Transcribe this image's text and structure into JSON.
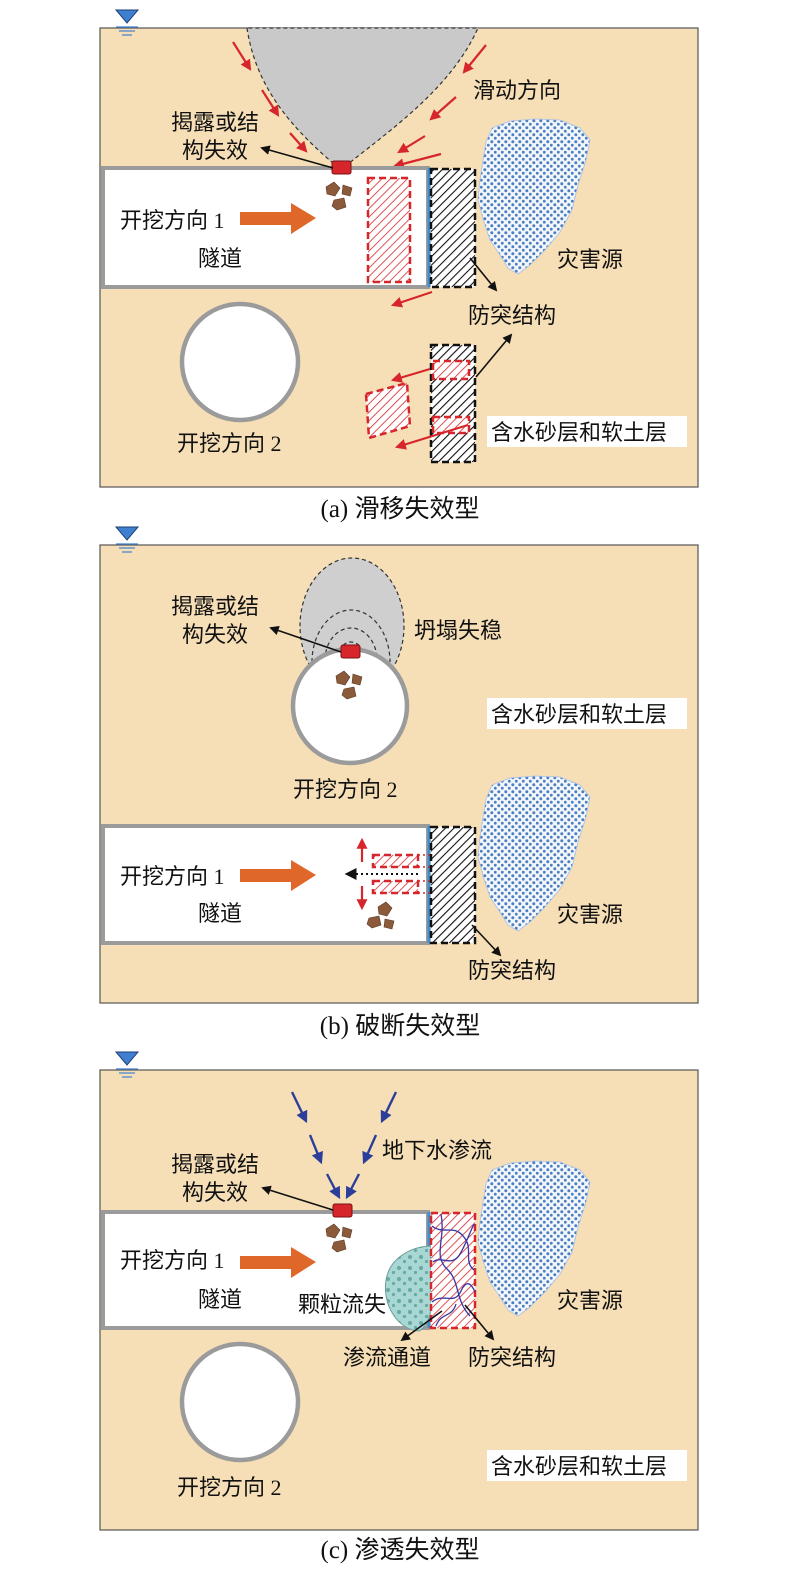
{
  "figure": {
    "panel_a": {
      "caption": "(a) 滑移失效型",
      "sliding_direction": "滑动方向",
      "exposure_failure": [
        "揭露或结",
        "构失效"
      ],
      "excavation_direction_1": "开挖方向 1",
      "tunnel": "隧道",
      "hazard_source": "灾害源",
      "anti_burst_structure": "防突结构",
      "excavation_direction_2": "开挖方向 2",
      "stratum": "含水砂层和软土层"
    },
    "panel_b": {
      "caption": "(b) 破断失效型",
      "exposure_failure": [
        "揭露或结",
        "构失效"
      ],
      "collapse_instability": "坍塌失稳",
      "stratum": "含水砂层和软土层",
      "excavation_direction_2": "开挖方向 2",
      "excavation_direction_1": "开挖方向 1",
      "tunnel": "隧道",
      "hazard_source": "灾害源",
      "anti_burst_structure": "防突结构"
    },
    "panel_c": {
      "caption": "(c) 渗透失效型",
      "groundwater_seepage": "地下水渗流",
      "exposure_failure": [
        "揭露或结",
        "构失效"
      ],
      "excavation_direction_1": "开挖方向 1",
      "tunnel": "隧道",
      "particle_loss": "颗粒流失",
      "hazard_source": "灾害源",
      "seepage_channel": "渗流通道",
      "anti_burst_structure": "防突结构",
      "excavation_direction_2": "开挖方向 2",
      "stratum": "含水砂层和软土层"
    }
  },
  "colors": {
    "soil": "#f6dfb6",
    "tunnel_lining": "#9b9b9b",
    "failure_red": "#d7262b",
    "excavation_arrow_orange": "#e0672a",
    "hazard_dots_blue": "#4a7fc1",
    "seepage_arrow_blue": "#2b3f9a",
    "tunnel_face_blue": "#3d8fd0"
  }
}
